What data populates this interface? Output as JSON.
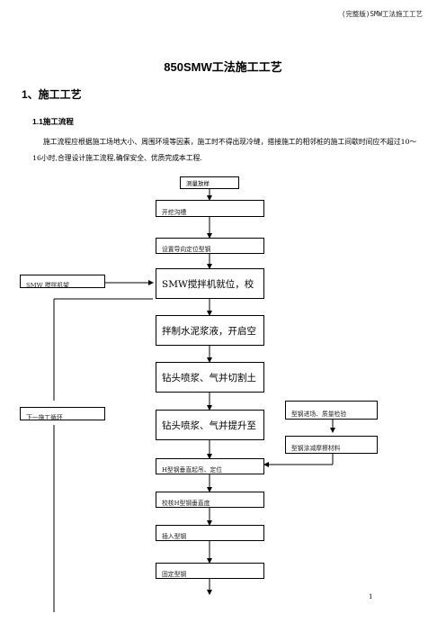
{
  "header": "(完整版)SMW工法施工工艺",
  "title": "850SMW工法施工工艺",
  "section": "1、施工工艺",
  "subsection": "1.1施工流程",
  "paragraph": "施工流程应根据施工场地大小、周围环境等因素，施工时不得出现冷缝，搭接施工的相邻桩的施工间歇时间应不超过10～16小时,合理设计施工流程,确保安全、优质完成本工程.",
  "flow": {
    "step0": "测量放样",
    "step1": "开挖沟槽",
    "step2": "设置导向定位型钢",
    "step3": "SMW搅拌机就位，校",
    "step4": "拌制水泥浆液，开启空",
    "step5": "钻头喷浆、气并切割土",
    "step6": "钻头喷浆、气并提升至",
    "step7": "H型钢垂直起吊、定位",
    "step8": "校核H型钢垂直度",
    "step9": "插入型钢",
    "step10": "固定型钢",
    "left1": "SMW 搅拌机架",
    "left2": "下一施工循环",
    "right1": "型钢进场、质量检验",
    "right2": "型钢涂减摩擦材料"
  },
  "page_number": "1"
}
